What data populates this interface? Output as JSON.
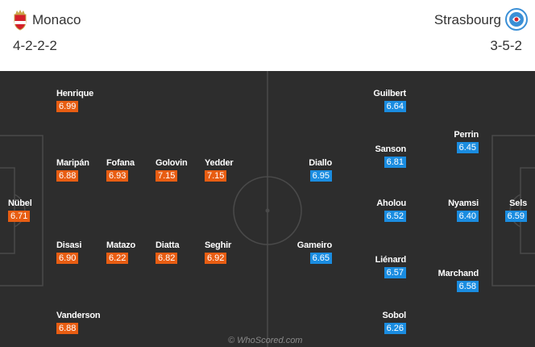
{
  "home": {
    "name": "Monaco",
    "formation": "4-2-2-2",
    "players": [
      {
        "name": "Henrique",
        "rating": "6.99"
      },
      {
        "name": "Maripán",
        "rating": "6.88"
      },
      {
        "name": "Fofana",
        "rating": "6.93"
      },
      {
        "name": "Golovin",
        "rating": "7.15"
      },
      {
        "name": "Yedder",
        "rating": "7.15"
      },
      {
        "name": "Nübel",
        "rating": "6.71"
      },
      {
        "name": "Disasi",
        "rating": "6.90"
      },
      {
        "name": "Matazo",
        "rating": "6.22"
      },
      {
        "name": "Diatta",
        "rating": "6.82"
      },
      {
        "name": "Seghir",
        "rating": "6.92"
      },
      {
        "name": "Vanderson",
        "rating": "6.88"
      }
    ],
    "colors": {
      "rating_bg": "#e85d12",
      "badge_red": "#d4202a",
      "badge_gold": "#c9a548"
    }
  },
  "away": {
    "name": "Strasbourg",
    "formation": "3-5-2",
    "players": [
      {
        "name": "Guilbert",
        "rating": "6.64"
      },
      {
        "name": "Perrin",
        "rating": "6.45"
      },
      {
        "name": "Diallo",
        "rating": "6.95"
      },
      {
        "name": "Sanson",
        "rating": "6.81"
      },
      {
        "name": "Aholou",
        "rating": "6.52"
      },
      {
        "name": "Nyamsi",
        "rating": "6.40"
      },
      {
        "name": "Sels",
        "rating": "6.59"
      },
      {
        "name": "Gameiro",
        "rating": "6.65"
      },
      {
        "name": "Liénard",
        "rating": "6.57"
      },
      {
        "name": "Marchand",
        "rating": "6.58"
      },
      {
        "name": "Sobol",
        "rating": "6.26"
      }
    ],
    "colors": {
      "rating_bg": "#1a8ce0",
      "badge_blue": "#3a8fd6"
    }
  },
  "watermark": "© WhoScored.com",
  "pitch_color": "#2d2d2d"
}
